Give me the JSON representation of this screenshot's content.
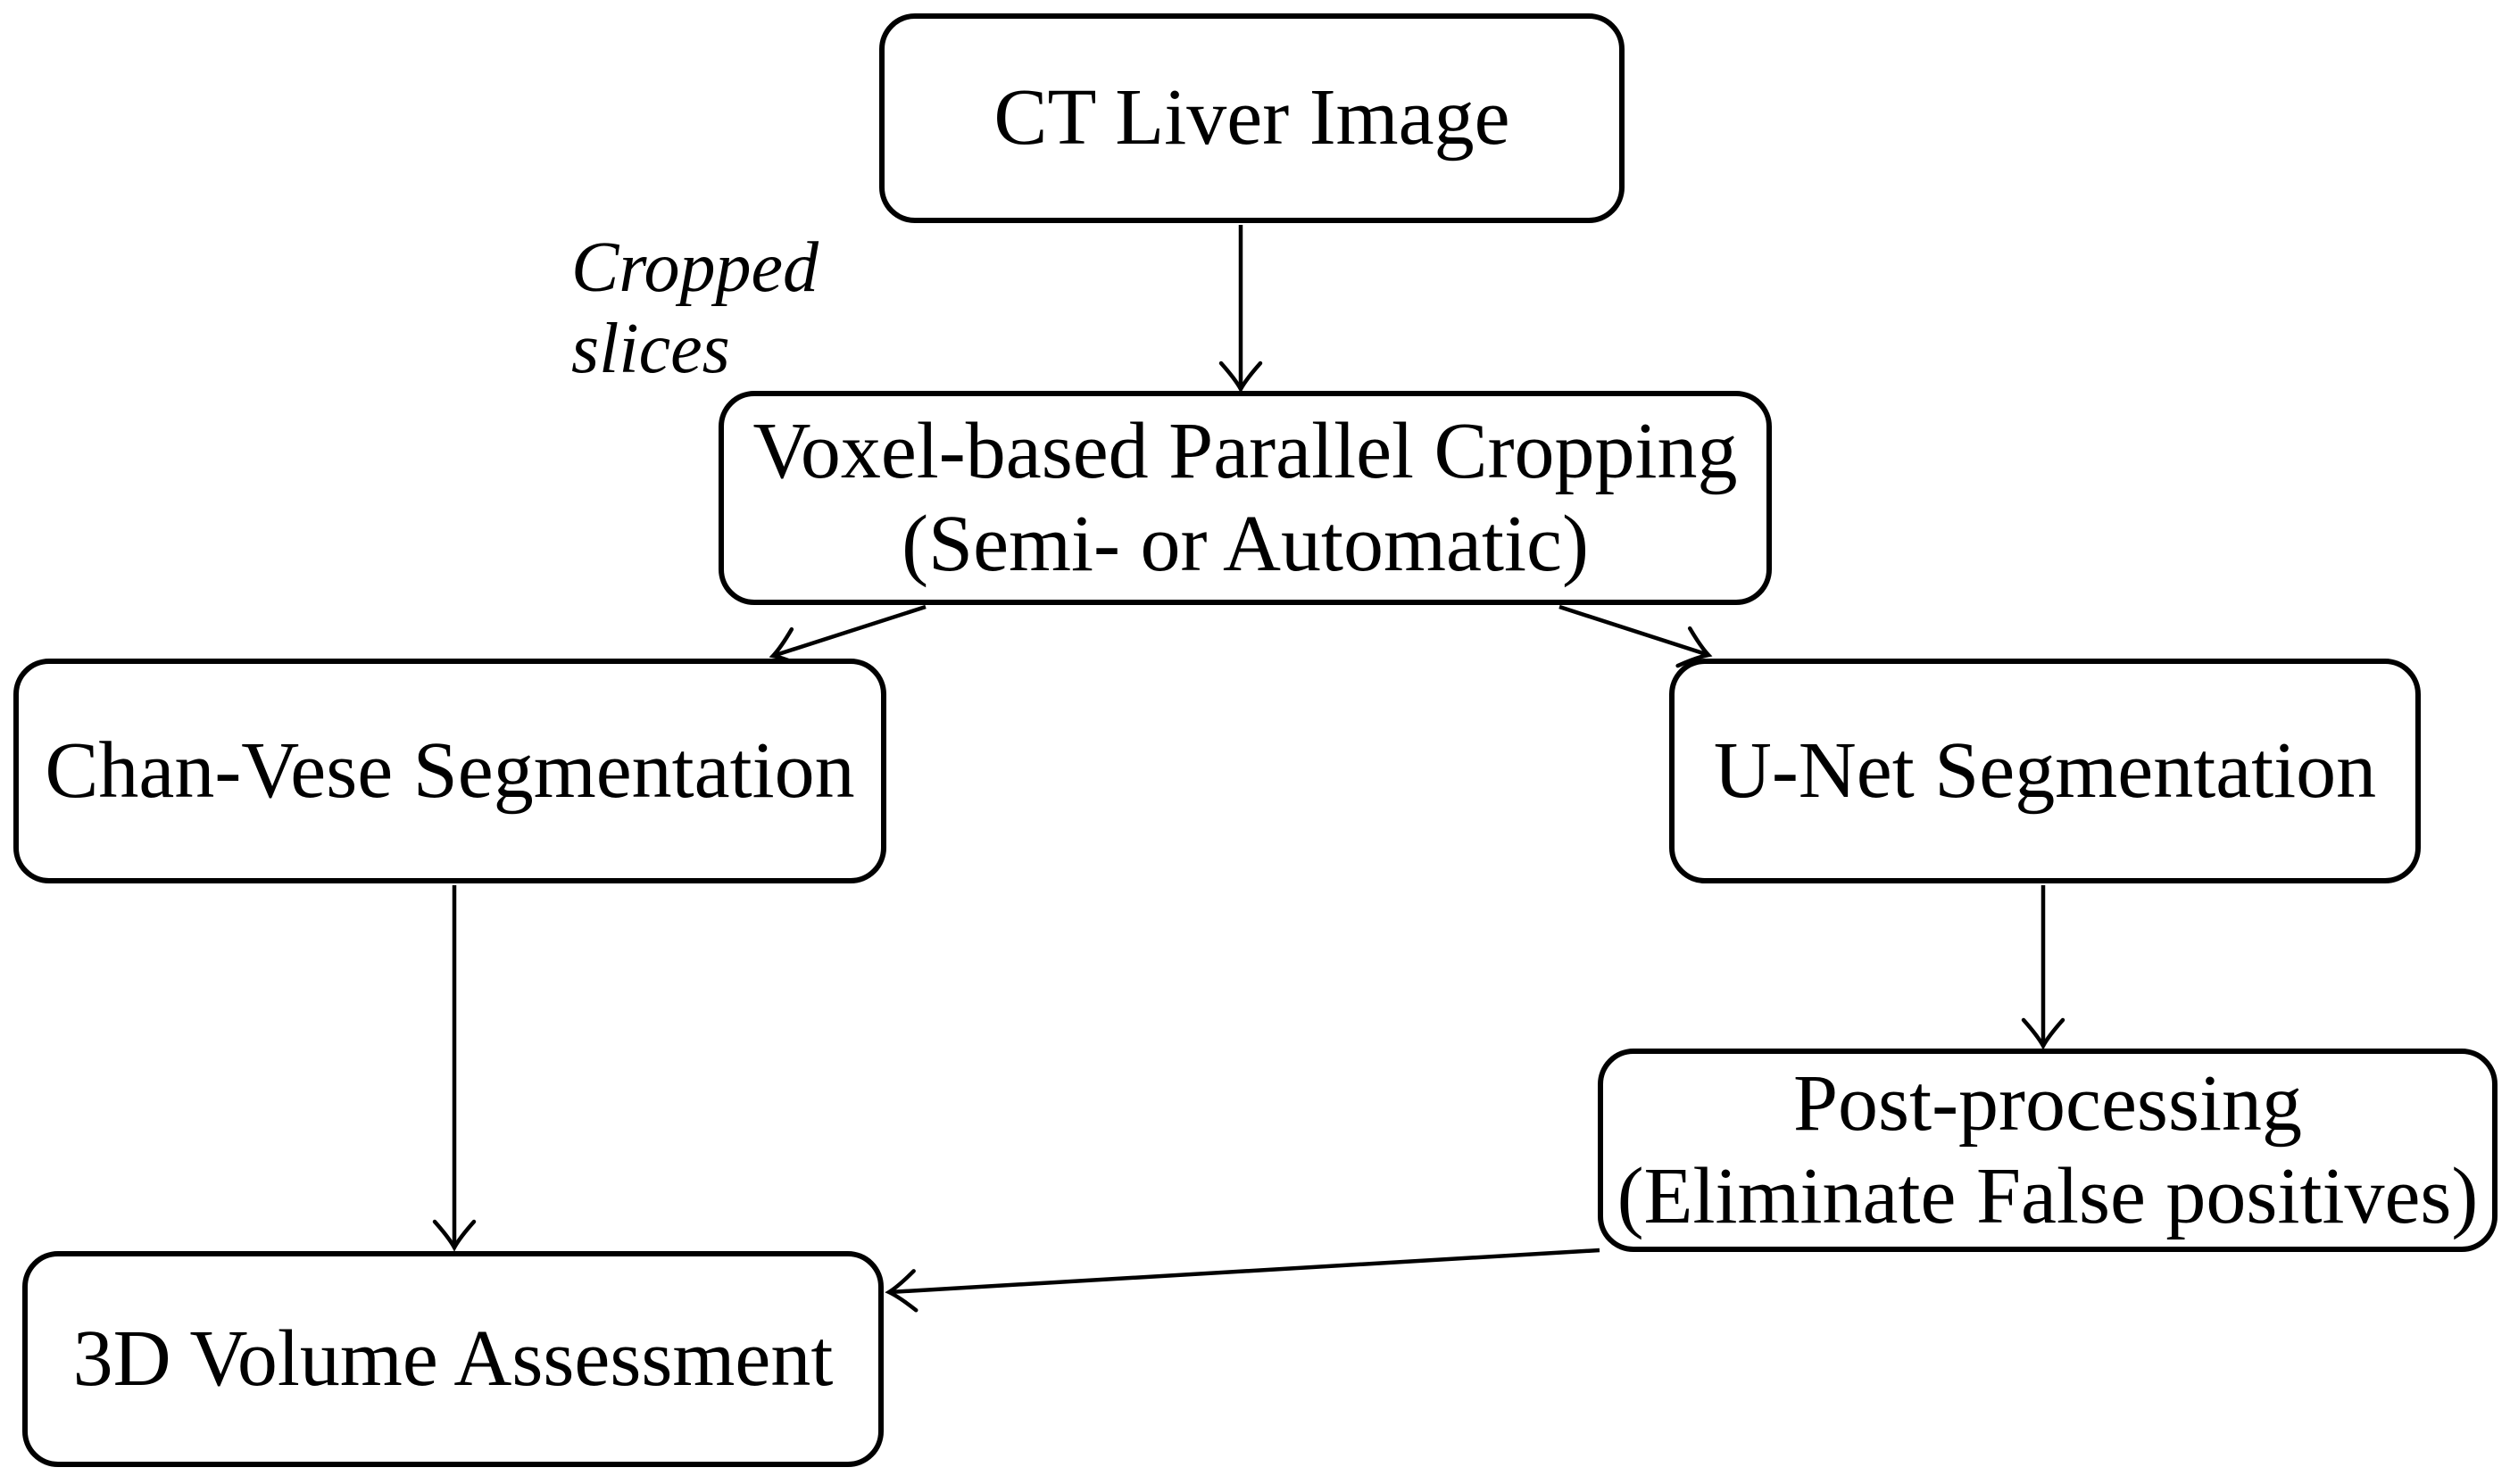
{
  "figure": {
    "type": "flowchart",
    "background_color": "#ffffff",
    "stroke_color": "#000000",
    "text_color": "#000000",
    "nodes": [
      {
        "id": "ct-liver-image",
        "label": "CT Liver Image"
      },
      {
        "id": "voxel-cropping",
        "label": "Voxel-based Parallel Cropping\n(Semi- or Automatic)"
      },
      {
        "id": "chan-vese",
        "label": "Chan-Vese Segmentation"
      },
      {
        "id": "unet",
        "label": "U-Net Segmentation"
      },
      {
        "id": "post-processing",
        "label": "Post-processing\n(Eliminate False positives)"
      },
      {
        "id": "volume-assessment",
        "label": "3D Volume Assessment"
      }
    ],
    "edge_label": "Cropped slices",
    "edges": [
      {
        "from": "ct-liver-image",
        "to": "voxel-cropping",
        "label": "Cropped slices"
      },
      {
        "from": "voxel-cropping",
        "to": "chan-vese",
        "label": ""
      },
      {
        "from": "voxel-cropping",
        "to": "unet",
        "label": ""
      },
      {
        "from": "unet",
        "to": "post-processing",
        "label": ""
      },
      {
        "from": "chan-vese",
        "to": "volume-assessment",
        "label": ""
      },
      {
        "from": "post-processing",
        "to": "volume-assessment",
        "label": ""
      }
    ]
  }
}
